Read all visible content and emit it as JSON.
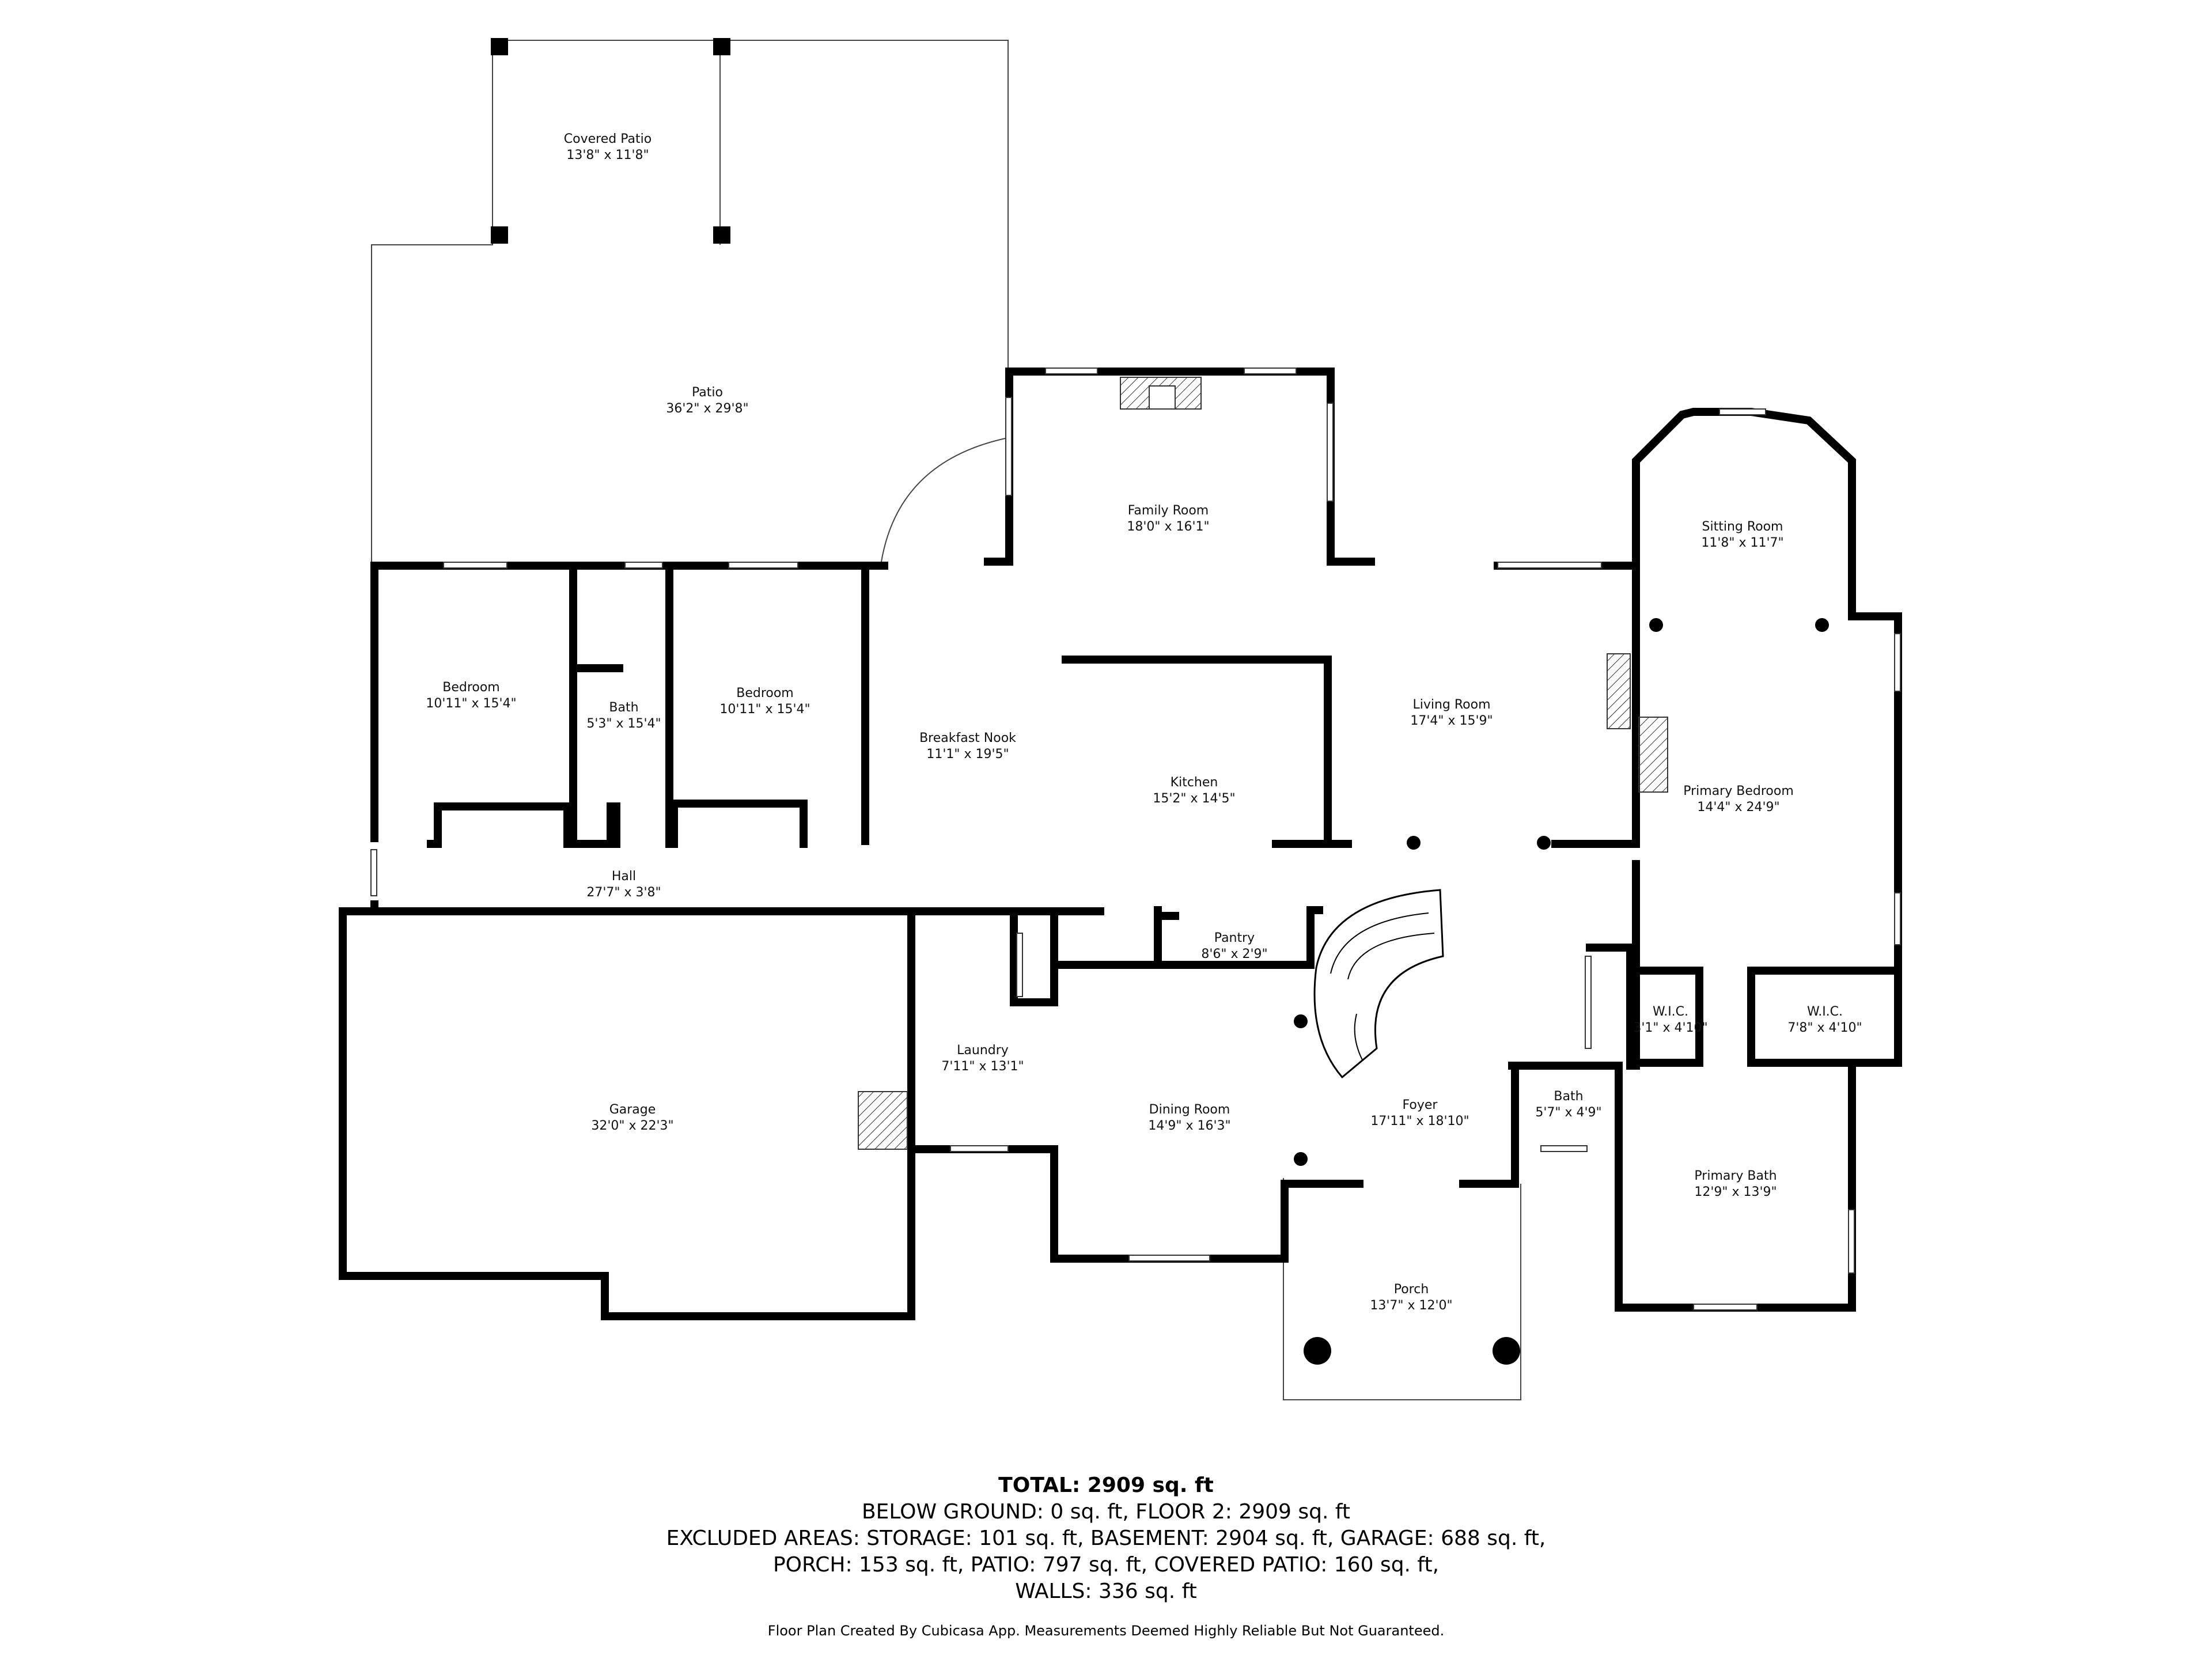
{
  "rooms": [
    {
      "name": "Covered Patio",
      "dims": "13'8\" x 11'8\""
    },
    {
      "name": "Patio",
      "dims": "36'2\" x 29'8\""
    },
    {
      "name": "Family Room",
      "dims": "18'0\" x 16'1\""
    },
    {
      "name": "Sitting Room",
      "dims": "11'8\" x 11'7\""
    },
    {
      "name": "Bedroom",
      "dims": "10'11\" x 15'4\""
    },
    {
      "name": "Bath",
      "dims": "5'3\" x 15'4\""
    },
    {
      "name": "Bedroom",
      "dims": "10'11\" x 15'4\""
    },
    {
      "name": "Breakfast Nook",
      "dims": "11'1\" x 19'5\""
    },
    {
      "name": "Living Room",
      "dims": "17'4\" x 15'9\""
    },
    {
      "name": "Kitchen",
      "dims": "15'2\" x 14'5\""
    },
    {
      "name": "Primary Bedroom",
      "dims": "14'4\" x 24'9\""
    },
    {
      "name": "Hall",
      "dims": "27'7\" x 3'8\""
    },
    {
      "name": "Pantry",
      "dims": "8'6\" x 2'9\""
    },
    {
      "name": "W.I.C.",
      "dims": "3'1\" x 4'10\""
    },
    {
      "name": "W.I.C.",
      "dims": "7'8\" x 4'10\""
    },
    {
      "name": "Laundry",
      "dims": "7'11\" x 13'1\""
    },
    {
      "name": "Garage",
      "dims": "32'0\" x 22'3\""
    },
    {
      "name": "Dining Room",
      "dims": "14'9\" x 16'3\""
    },
    {
      "name": "Foyer",
      "dims": "17'11\" x 18'10\""
    },
    {
      "name": "Bath",
      "dims": "5'7\" x 4'9\""
    },
    {
      "name": "Primary Bath",
      "dims": "12'9\" x 13'9\""
    },
    {
      "name": "Porch",
      "dims": "13'7\" x 12'0\""
    }
  ],
  "summary": {
    "total": "TOTAL: 2909 sq. ft",
    "line1": "BELOW GROUND: 0 sq. ft, FLOOR 2: 2909 sq. ft",
    "line2": "EXCLUDED AREAS: STORAGE: 101 sq. ft, BASEMENT: 2904 sq. ft, GARAGE: 688 sq. ft,",
    "line3": "PORCH: 153 sq. ft, PATIO: 797 sq. ft, COVERED PATIO: 160 sq. ft,",
    "line4": "WALLS: 336 sq. ft"
  },
  "footer": "Floor Plan Created By Cubicasa App. Measurements Deemed Highly Reliable But Not Guaranteed.",
  "colors": {
    "wall": "#000000",
    "background": "#ffffff"
  }
}
